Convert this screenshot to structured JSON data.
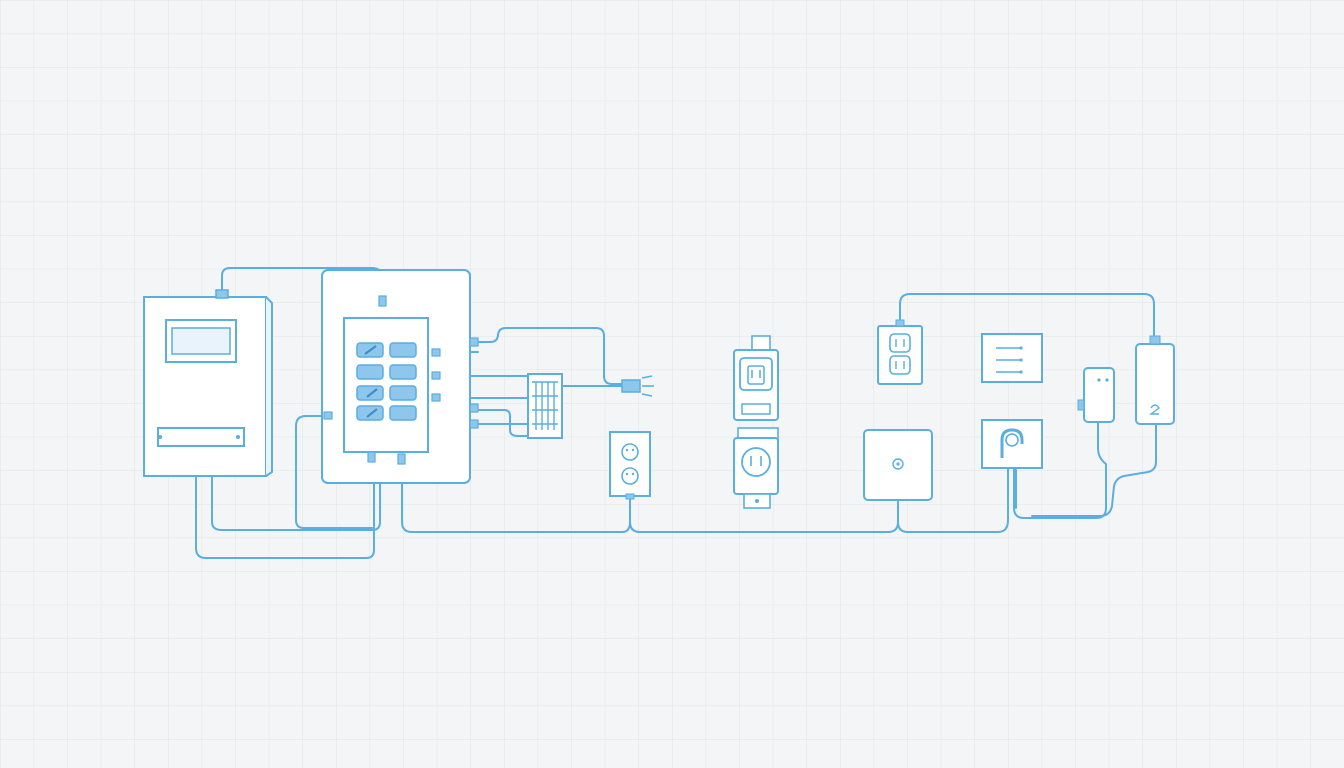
{
  "colors": {
    "background": "#f4f5f6",
    "grid": "#e0e3e6",
    "line": "#5aaee0",
    "line_dark": "#3d8fca",
    "fill_light": "#ffffff",
    "fill_blue": "#8fc6ec",
    "panel_fill": "#ffffff"
  },
  "components": [
    {
      "id": "meter-box",
      "icon": "electric-meter-icon"
    },
    {
      "id": "breaker-panel",
      "icon": "breaker-panel-icon"
    },
    {
      "id": "junction-block",
      "icon": "terminal-block-icon"
    },
    {
      "id": "cable-plug",
      "icon": "plug-icon"
    },
    {
      "id": "wall-outlet-low",
      "icon": "duplex-outlet-icon"
    },
    {
      "id": "outlet-gfci-top",
      "icon": "gfci-outlet-icon"
    },
    {
      "id": "outlet-gfci-bottom",
      "icon": "outlet-icon"
    },
    {
      "id": "wall-outlet-high",
      "icon": "duplex-outlet-icon"
    },
    {
      "id": "smart-hub",
      "icon": "hub-icon"
    },
    {
      "id": "switch-plate",
      "icon": "switch-plate-icon"
    },
    {
      "id": "outlet-cable",
      "icon": "single-outlet-icon"
    },
    {
      "id": "small-device",
      "icon": "device-icon"
    },
    {
      "id": "power-adapter",
      "icon": "power-adapter-icon"
    }
  ]
}
